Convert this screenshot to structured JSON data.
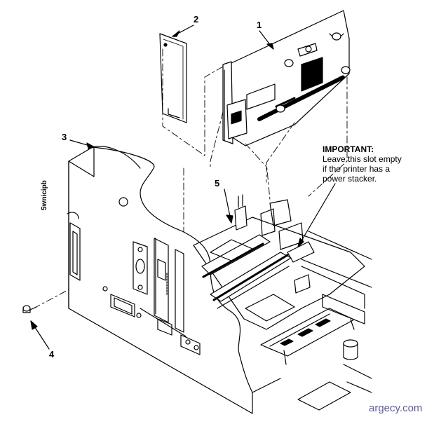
{
  "callouts": {
    "c1": "1",
    "c2": "2",
    "c3": "3",
    "c4": "4",
    "c5": "5"
  },
  "note": {
    "title": "IMPORTANT:",
    "lines": [
      "Leave this slot empty",
      "if the printer has a",
      "power stacker."
    ]
  },
  "figure_id": "5wnicipb",
  "watermark": "argecy.com",
  "colors": {
    "line": "#000000",
    "background": "#ffffff",
    "watermark": "#5b5b9a"
  }
}
